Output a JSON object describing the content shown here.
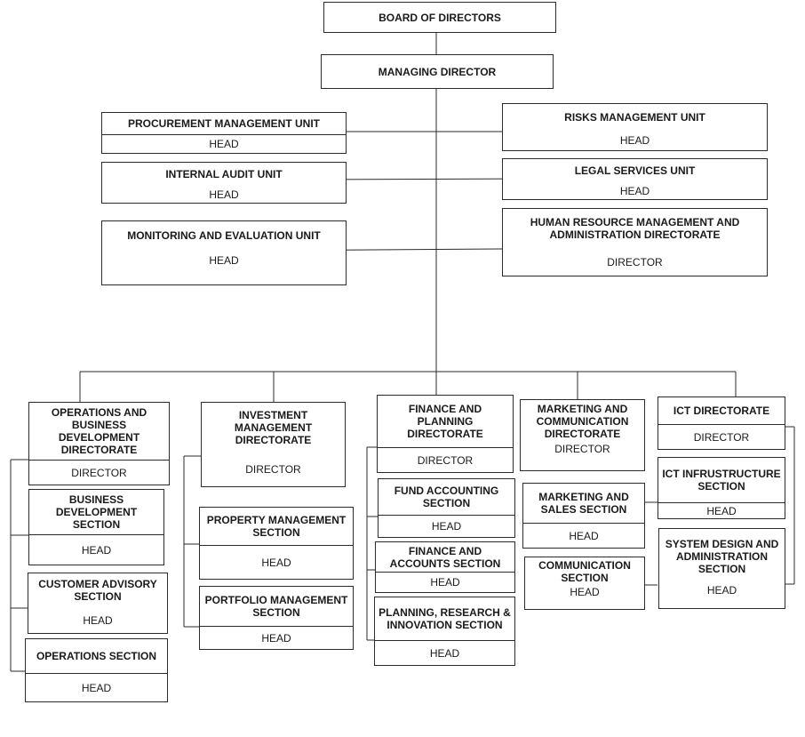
{
  "board": "BOARD OF DIRECTORS",
  "managing_director": "MANAGING DIRECTOR",
  "left_units": [
    {
      "title": "PROCUREMENT MANAGEMENT UNIT",
      "role": "HEAD"
    },
    {
      "title": "INTERNAL AUDIT UNIT",
      "role": "HEAD"
    },
    {
      "title": "MONITORING AND EVALUATION UNIT",
      "role": "HEAD"
    }
  ],
  "right_units": [
    {
      "title": "RISKS MANAGEMENT UNIT",
      "role": "HEAD"
    },
    {
      "title": "LEGAL SERVICES  UNIT",
      "role": "HEAD"
    },
    {
      "title": "HUMAN RESOURCE MANAGEMENT AND ADMINISTRATION DIRECTORATE",
      "role": "DIRECTOR"
    }
  ],
  "directorates": [
    {
      "title": "OPERATIONS AND BUSINESS DEVELOPMENT DIRECTORATE",
      "role": "DIRECTOR",
      "sections": [
        {
          "title": "BUSINESS DEVELOPMENT SECTION",
          "role": "HEAD"
        },
        {
          "title": "CUSTOMER ADVISORY SECTION",
          "role": "HEAD"
        },
        {
          "title": "OPERATIONS SECTION",
          "role": "HEAD"
        }
      ]
    },
    {
      "title": "INVESTMENT MANAGEMENT DIRECTORATE",
      "role": "DIRECTOR",
      "sections": [
        {
          "title": "PROPERTY MANAGEMENT SECTION",
          "role": "HEAD"
        },
        {
          "title": "PORTFOLIO MANAGEMENT SECTION",
          "role": "HEAD"
        }
      ]
    },
    {
      "title": "FINANCE AND PLANNING DIRECTORATE",
      "role": "DIRECTOR",
      "sections": [
        {
          "title": "FUND ACCOUNTING SECTION",
          "role": "HEAD"
        },
        {
          "title": "FINANCE AND ACCOUNTS SECTION",
          "role": "HEAD"
        },
        {
          "title": "PLANNING, RESEARCH & INNOVATION SECTION",
          "role": "HEAD"
        }
      ]
    },
    {
      "title": "MARKETING AND COMMUNICATION DIRECTORATE",
      "role": "DIRECTOR",
      "sections": [
        {
          "title": "MARKETING AND SALES SECTION",
          "role": "HEAD"
        },
        {
          "title": "COMMUNICATION SECTION",
          "role": "HEAD"
        }
      ]
    },
    {
      "title": "ICT DIRECTORATE",
      "role": "DIRECTOR",
      "sections": [
        {
          "title": "ICT INFRUSTRUCTURE SECTION",
          "role": "HEAD"
        },
        {
          "title": "SYSTEM DESIGN AND ADMINISTRATION SECTION",
          "role": "HEAD"
        }
      ]
    }
  ]
}
